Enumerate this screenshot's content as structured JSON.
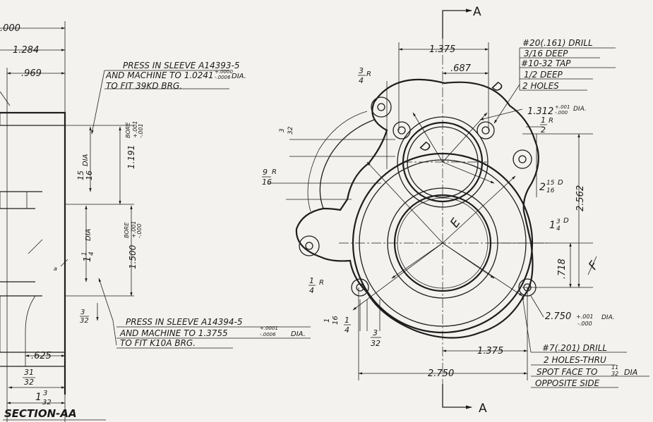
{
  "section": {
    "title": "SECTION-AA",
    "dims": {
      "d000": ".000",
      "d1284": "1.284",
      "d969": ".969",
      "d15_16_dia_num": "15",
      "d15_16_dia_den": "16",
      "d15_16_dia_lbl": "DIA",
      "bore1_lbl": "BORE",
      "bore1_tol": "+.001",
      "bore1_tol2": "-.001",
      "bore1_val": "1.191",
      "d1_1_4_whole": "1",
      "d1_1_4_num": "1",
      "d1_1_4_den": "4",
      "d1_1_4_lbl": "DIA",
      "bore2_lbl": "BORE",
      "bore2_tol": "+.001",
      "bore2_tol2": "-.000",
      "bore2_val": "1.500",
      "d3_32_num": "3",
      "d3_32_den": "32",
      "d625": ".625",
      "d31_32_num": "31",
      "d31_32_den": "32",
      "d1_3_32_whole": "1",
      "d1_3_32_num": "3",
      "d1_3_32_den": "32",
      "small_a": "a"
    },
    "note1": {
      "line1": "PRESS IN SLEEVE A14393-5",
      "line2a": "AND MACHINE TO 1.0241",
      "tol_top": "+.0000",
      "tol_bot": "-.0006",
      "line2b": "DIA.",
      "line3": "TO FIT 39KD BRG."
    },
    "note2": {
      "line1": "PRESS IN SLEEVE A14394-5",
      "line2a": "AND MACHINE TO 1.3755",
      "tol_top": "+.0001",
      "tol_bot": "-.0006",
      "line2b": "DIA.",
      "line3": "TO FIT K10A BRG."
    }
  },
  "view": {
    "cut_label_top": "A",
    "cut_label_bottom": "A",
    "dims": {
      "d1375_top": "1.375",
      "d687": ".687",
      "r3_4_num": "3",
      "r3_4_den": "4",
      "r3_4_lbl": "R",
      "r3_32_num": "3",
      "r3_32_den": "32",
      "r9_16_num": "9",
      "r9_16_den": "16",
      "r9_16_lbl": "R",
      "d1312": "1.312",
      "d1312_tol_top": "+.001",
      "d1312_tol_bot": "-.000",
      "d1312_lbl": "DIA.",
      "r1_2_num": "1",
      "r1_2_den": "2",
      "r1_2_lbl": "R",
      "d2_15_16_whole": "2",
      "d2_15_16_num": "15",
      "d2_15_16_den": "16",
      "d2_15_16_lbl": "D",
      "d2562": "2.562",
      "d1_3_4_whole": "1",
      "d1_3_4_num": "3",
      "d1_3_4_den": "4",
      "d1_3_4_lbl": "D",
      "d718": ".718",
      "d2750_right": "2.750",
      "d2750_tol_top": "+.001",
      "d2750_tol_bot": "-.000",
      "d2750_lbl": "DIA.",
      "r1_4_num": "1",
      "r1_4_den": "4",
      "r1_4_lbl": "R",
      "d1_16_num": "1",
      "d1_16_den": "16",
      "d1_4b_num": "1",
      "d1_4b_den": "4",
      "d3_32b_num": "3",
      "d3_32b_den": "32",
      "d1375_bottom": "1.375",
      "d2750_bottom": "2.750",
      "label_D1": "D",
      "label_D2": "D",
      "label_E": "E",
      "label_F": "F"
    },
    "note_top": {
      "line1": "#20(.161) DRILL",
      "line2": "3/16 DEEP",
      "line3": "#10-32 TAP",
      "line4": "1/2 DEEP",
      "line5": "2 HOLES"
    },
    "note_bottom": {
      "line1": "#7(.201) DRILL",
      "line2": "2 HOLES-THRU",
      "line3a": "SPOT FACE TO",
      "line3_num": "11",
      "line3_den": "32",
      "line3b": "DIA",
      "line4": "OPPOSITE SIDE"
    }
  }
}
